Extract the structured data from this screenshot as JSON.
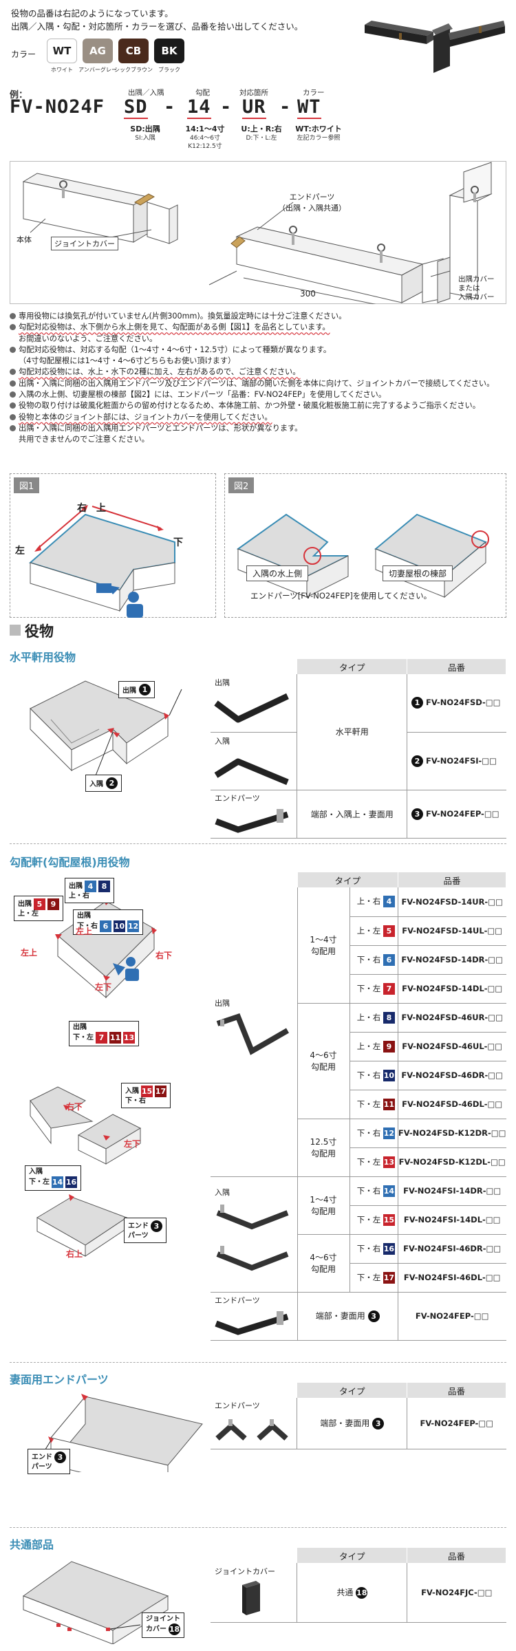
{
  "intro": {
    "line1": "役物の品番は右記のようになっています。",
    "line2": "出隅／入隅・勾配・対応箇所・カラーを選び、品番を拾い出してください。"
  },
  "colors": {
    "label": "カラー",
    "items": [
      {
        "code": "WT",
        "name": "ホワイト",
        "bg": "#ffffff",
        "fg": "#222222"
      },
      {
        "code": "AG",
        "name": "アンバーグレー",
        "bg": "#9a8f84",
        "fg": "#ffffff"
      },
      {
        "code": "CB",
        "name": "シックブラウン",
        "bg": "#4a2a1c",
        "fg": "#ffffff"
      },
      {
        "code": "BK",
        "name": "ブラック",
        "bg": "#1a1a1a",
        "fg": "#ffffff"
      }
    ]
  },
  "partcode": {
    "prefix": "例：",
    "base": "FV-NO24F",
    "seg1": "SD",
    "seg2": "14",
    "seg3": "UR",
    "seg4": "WT",
    "dash": "-",
    "lbl1": "出隅／入隅",
    "lbl2": "勾配",
    "lbl3": "対応箇所",
    "lbl4": "カラー",
    "d1a": "SD:出隅",
    "d1b": "SI:入隅",
    "d2a": "14:1～4寸",
    "d2b": "46:4～6寸",
    "d2c": "K12:12.5寸",
    "d3a": "U:上・R:右",
    "d3b": "D:下・L:左",
    "d4a": "WT:ホワイト",
    "d4b": "左記カラー参照"
  },
  "diagram1": {
    "endparts": "エンドパーツ",
    "endparts2": "（出隅・入隅共通）",
    "body": "本体",
    "joint": "ジョイントカバー",
    "length": "300",
    "cover1": "出隅カバー",
    "cover2": "または",
    "cover3": "入隅カバー"
  },
  "notes": [
    "専用役物には換気孔が付いていません(片側300mm)。換気量設定時には十分ご注意ください。",
    "勾配対応役物は、水下側から水上側を見て、勾配面がある側【図1】を品名としています。",
    "お間違いのないよう、ご注意ください。",
    "勾配対応役物は、対応する勾配（1～4寸・4～6寸・12.5寸）によって種類が異なります。",
    "（4寸勾配屋根には1～4寸・4～6寸どちらもお使い頂けます）",
    "勾配対応役物には、水上・水下の2種に加え、左右があるので、ご注意ください。",
    "出隅・入隅に同梱の出入隅用エンドパーツ及びエンドパーツは、端部の開いた側を本体に向けて、ジョイントカバーで接続してください。",
    "入隅の水上側、切妻屋根の棟部【図2】には、エンドパーツ「品番：FV-NO24FEP」を使用してください。",
    "役物の取り付けは破風化粧面からの留め付けとなるため、本体施工前、かつ外壁・破風化粧板施工前に完了するようご指示ください。",
    "役物と本体のジョイント部には、ジョイントカバーを使用してください。",
    "出隅・入隅に同梱の出入隅用エンドパーツとエンドパーツは、形状が異なります。",
    "共用できませんのでご注意ください。"
  ],
  "fig1": {
    "tag": "図1",
    "left": "左",
    "right": "右",
    "up": "上",
    "down": "下"
  },
  "fig2": {
    "tag": "図2",
    "cap1": "入隅の水上側",
    "cap2": "切妻屋根の棟部",
    "cap3": "エンドパーツ[FV-NO24FEP]を使用してください。"
  },
  "section": {
    "title": "役物"
  },
  "horiz": {
    "title": "水平軒用役物",
    "co_out": "出隅",
    "co_in": "入隅",
    "th_type": "タイプ",
    "th_pn": "品番",
    "r1_label": "出隅",
    "r2_label": "入隅",
    "r3_label": "エンドパーツ",
    "type12": "水平軒用",
    "type3": "端部・入隅上・妻面用",
    "pn1": "FV-NO24FSD-□□",
    "pn2": "FV-NO24FSI-□□",
    "pn3": "FV-NO24FEP-□□",
    "n1": "1",
    "n2": "2",
    "n3": "3"
  },
  "slope": {
    "title": "勾配軒(勾配屋根)用役物",
    "th_type": "タイプ",
    "th_pn": "品番",
    "out_label": "出隅",
    "in_label": "入隅",
    "end_label": "エンドパーツ",
    "g14": "1～4寸",
    "g46": "4～6寸",
    "g125": "12.5寸",
    "gsuffix": "勾配用",
    "end_type": "端部・妻面用",
    "end_pn": "FV-NO24FEP-□□",
    "end_n": "3",
    "rows": [
      {
        "dir": "上・右",
        "n": "4",
        "c": "b-blue",
        "pn": "FV-NO24FSD-14UR-□□"
      },
      {
        "dir": "上・左",
        "n": "5",
        "c": "b-red",
        "pn": "FV-NO24FSD-14UL-□□"
      },
      {
        "dir": "下・右",
        "n": "6",
        "c": "b-blue",
        "pn": "FV-NO24FSD-14DR-□□"
      },
      {
        "dir": "下・左",
        "n": "7",
        "c": "b-red",
        "pn": "FV-NO24FSD-14DL-□□"
      },
      {
        "dir": "上・右",
        "n": "8",
        "c": "b-navy",
        "pn": "FV-NO24FSD-46UR-□□"
      },
      {
        "dir": "上・左",
        "n": "9",
        "c": "b-dred",
        "pn": "FV-NO24FSD-46UL-□□"
      },
      {
        "dir": "下・右",
        "n": "10",
        "c": "b-navy",
        "pn": "FV-NO24FSD-46DR-□□"
      },
      {
        "dir": "下・左",
        "n": "11",
        "c": "b-dred",
        "pn": "FV-NO24FSD-46DL-□□"
      },
      {
        "dir": "下・右",
        "n": "12",
        "c": "b-blue",
        "pn": "FV-NO24FSD-K12DR-□□"
      },
      {
        "dir": "下・左",
        "n": "13",
        "c": "b-red",
        "pn": "FV-NO24FSD-K12DL-□□"
      },
      {
        "dir": "下・右",
        "n": "14",
        "c": "b-blue",
        "pn": "FV-NO24FSI-14DR-□□"
      },
      {
        "dir": "下・左",
        "n": "15",
        "c": "b-red",
        "pn": "FV-NO24FSI-14DL-□□"
      },
      {
        "dir": "下・右",
        "n": "16",
        "c": "b-navy",
        "pn": "FV-NO24FSI-46DR-□□"
      },
      {
        "dir": "下・左",
        "n": "17",
        "c": "b-dred",
        "pn": "FV-NO24FSI-46DL-□□"
      }
    ],
    "diag": {
      "co_top_l1": "出隅",
      "co_top_l2": "上・右",
      "co_ul_l1": "出隅",
      "co_ul_l2": "上・左",
      "co_dr_l1": "出隅",
      "co_dr_l2": "下・右",
      "co_dl_l1": "出隅",
      "co_dl_l2": "下・左",
      "co_in_ur_l1": "入隅",
      "co_in_ur_l2": "下・右",
      "co_in_dl_l1": "入隅",
      "co_in_dl_l2": "下・左",
      "co_end_l1": "エンド",
      "co_end_l2": "パーツ",
      "lbl_ur": "右上",
      "lbl_ul": "左上",
      "lbl_dr": "右下",
      "lbl_dl": "左下"
    }
  },
  "gable": {
    "title": "妻面用エンドパーツ",
    "th_type": "タイプ",
    "th_pn": "品番",
    "label": "エンドパーツ",
    "type": "端部・妻面用",
    "n": "3",
    "pn": "FV-NO24FEP-□□",
    "co_l1": "エンド",
    "co_l2": "パーツ"
  },
  "common": {
    "title": "共通部品",
    "th_type": "タイプ",
    "th_pn": "品番",
    "label": "ジョイントカバー",
    "type": "共通",
    "n": "18",
    "pn": "FV-NO24FJC-□□",
    "co_l1": "ジョイント",
    "co_l2": "カバー"
  }
}
